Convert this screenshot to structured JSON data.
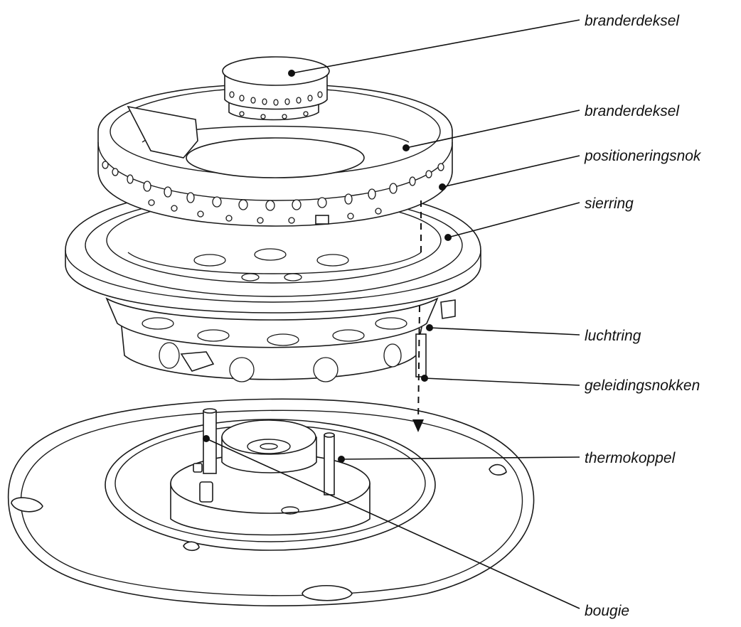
{
  "labels": {
    "burner_cap": "branderdeksel",
    "burner_crown": "branderdeksel",
    "positioning_cam": "positioneringsnok",
    "trim_ring": "sierring",
    "air_ring": "luchtring",
    "guide_cams": "geleidingsnokken",
    "thermocouple": "thermokoppel",
    "spark_plug": "bougie"
  },
  "colors": {
    "line": "#111111",
    "background": "#ffffff"
  }
}
